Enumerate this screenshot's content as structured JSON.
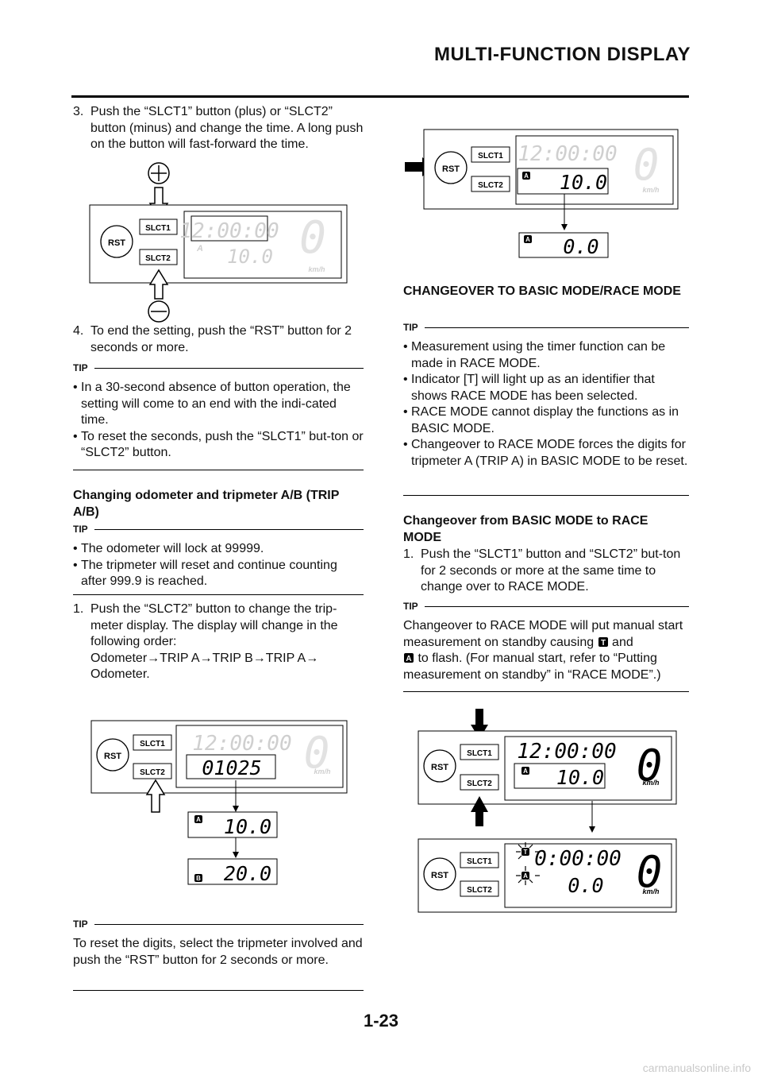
{
  "header": {
    "title": "MULTI-FUNCTION DISPLAY"
  },
  "left": {
    "step3_num": "3.",
    "step3_text": "Push the “SLCT1” button (plus) or “SLCT2” button (minus) and change the time. A long push on the button will fast-forward the time.",
    "step4_num": "4.",
    "step4_text": "To end the setting, push the “RST” button for 2 seconds or more.",
    "tip1_label": "TIP",
    "tip1_bullets": [
      "In a 30-second absence of button operation, the setting will come to an end with the indi-cated time.",
      "To reset the seconds, push the “SLCT1” but-ton or “SLCT2” button."
    ],
    "section_title": "Changing odometer and tripmeter A/B (TRIP A/B)",
    "tip2_label": "TIP",
    "tip2_bullets": [
      "The odometer will lock at 99999.",
      "The tripmeter will reset and continue counting after 999.9 is reached."
    ],
    "step1_num": "1.",
    "step1_text": "Push the “SLCT2” button to change the trip-meter display. The display will change in the following order:",
    "step1_order": "Odometer→TRIP A→TRIP B→TRIP A→ Odometer.",
    "tip3_label": "TIP",
    "tip3_text": "To reset the digits, select the tripmeter involved and push the “RST” button for 2 seconds or more."
  },
  "right": {
    "section_title": "CHANGEOVER TO BASIC MODE/RACE MODE",
    "tip1_label": "TIP",
    "tip1_bullets": [
      "Measurement using the timer function can be made in RACE MODE.",
      "Indicator [T] will light up as an identifier that shows RACE MODE has been selected.",
      "RACE MODE cannot display the functions as in BASIC MODE.",
      "Changeover to RACE MODE forces the digits for tripmeter A (TRIP A) in BASIC MODE to be reset."
    ],
    "sub_title": "Changeover from BASIC MODE to RACE MODE",
    "step1_num": "1.",
    "step1_text": "Push the “SLCT1” button and “SLCT2” but-ton for 2 seconds or more at the same time to change over to RACE MODE.",
    "tip2_label": "TIP",
    "tip2_part1": "Changeover to RACE MODE will put manual start measurement on standby causing",
    "tip2_part2": "and",
    "tip2_part3": "to flash. (For manual start, refer to “Putting measurement on standby” in “RACE MODE”.)"
  },
  "display": {
    "rst": "RST",
    "slct1": "SLCT1",
    "slct2": "SLCT2",
    "clock": "12:00:00",
    "speed": "0",
    "unit": "km/h",
    "trip_a": "10.0",
    "trip_zero": "0.0",
    "odo": "01025",
    "trip_b": "20.0",
    "race_clock": "0:00:00",
    "tag_a": "A",
    "tag_b": "B",
    "tag_t": "T"
  },
  "footer": {
    "page": "1-23",
    "watermark": "carmanualsonline.info"
  }
}
